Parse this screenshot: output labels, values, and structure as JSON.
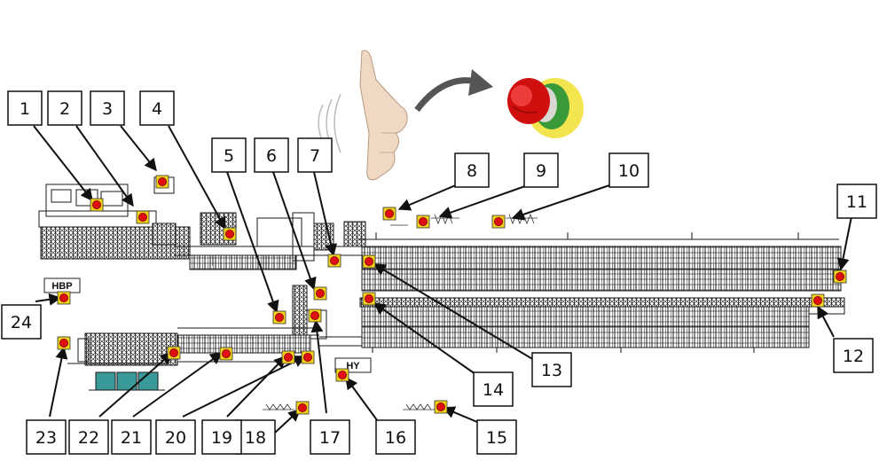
{
  "labels": [
    "1",
    "2",
    "3",
    "4",
    "5",
    "6",
    "7",
    "8",
    "9",
    "10",
    "11",
    "12",
    "13",
    "14",
    "15",
    "16",
    "17",
    "18",
    "19",
    "20",
    "21",
    "22",
    "23",
    "24"
  ],
  "tags": {
    "hbp": "HBP",
    "hy": "HY"
  },
  "colors": {
    "button_red": "#e01010",
    "button_yellow": "#f2d21a",
    "machine_line": "#1a1a1a",
    "cabinet_teal": "#3a9a9a",
    "arrow_gray": "#555555"
  },
  "icons": [
    "hand-wave-icon",
    "emergency-stop-icon",
    "curved-arrow-icon",
    "e-stop-button-icon"
  ]
}
